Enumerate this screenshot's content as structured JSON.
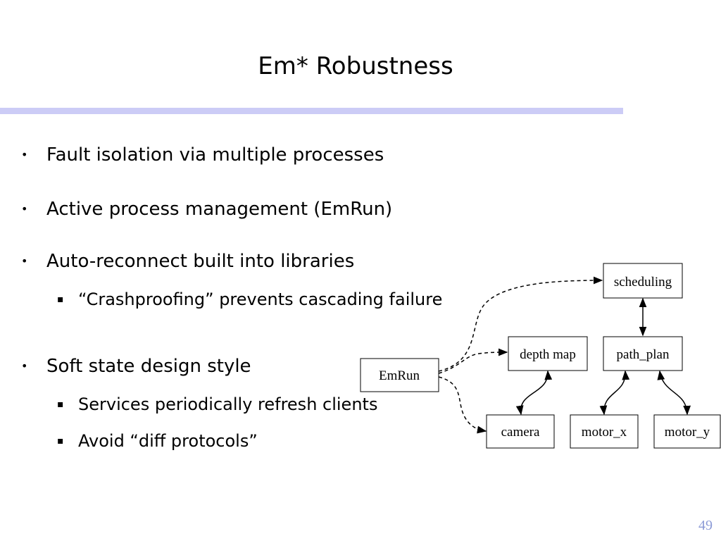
{
  "slide": {
    "title": "Em* Robustness",
    "page_number": "49"
  },
  "bullets": [
    {
      "text": "Fault isolation via multiple processes"
    },
    {
      "text": "Active process management (EmRun)"
    },
    {
      "text": "Auto-reconnect built into libraries",
      "subs": [
        "“Crashproofing” prevents cascading failure"
      ]
    },
    {
      "text": "Soft state design style",
      "subs": [
        "Services periodically refresh clients",
        "Avoid “diff protocols”"
      ]
    }
  ],
  "diagram": {
    "nodes": {
      "scheduling": "scheduling",
      "depth_map": "depth map",
      "path_plan": "path_plan",
      "emrun": "EmRun",
      "camera": "camera",
      "motor_x": "motor_x",
      "motor_y": "motor_y"
    },
    "edges": [
      {
        "from": "emrun",
        "to": "scheduling",
        "style": "dashed"
      },
      {
        "from": "emrun",
        "to": "depth_map",
        "style": "dashed"
      },
      {
        "from": "emrun",
        "to": "camera",
        "style": "dashed"
      },
      {
        "from": "scheduling",
        "to": "path_plan",
        "style": "solid",
        "direction": "both"
      },
      {
        "from": "depth_map",
        "to": "camera",
        "style": "solid",
        "direction": "both"
      },
      {
        "from": "path_plan",
        "to": "motor_x",
        "style": "solid",
        "direction": "both"
      },
      {
        "from": "path_plan",
        "to": "motor_y",
        "style": "solid",
        "direction": "both"
      }
    ]
  }
}
